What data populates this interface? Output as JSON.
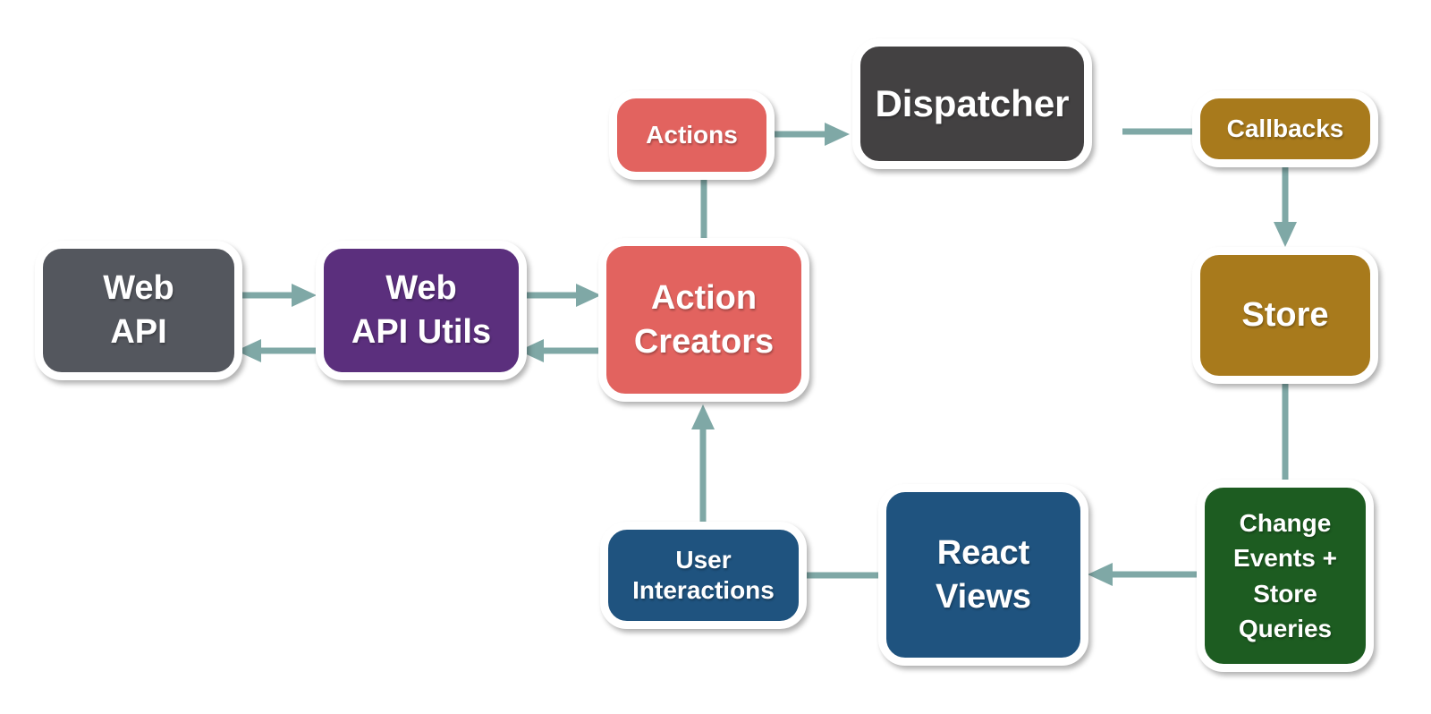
{
  "colors": {
    "connector": "#7fa8a6",
    "canvas_background": "#ffffff",
    "node_border": "#ffffff",
    "label_text": "#ffffff"
  },
  "nodes": {
    "web_api": {
      "label": "Web\nAPI",
      "color": "#54575e"
    },
    "web_api_utils": {
      "label": "Web\nAPI Utils",
      "color": "#5b2f7d"
    },
    "action_creators": {
      "label": "Action\nCreators",
      "color": "#e2635f"
    },
    "actions": {
      "label": "Actions",
      "color": "#e2635f"
    },
    "dispatcher": {
      "label": "Dispatcher",
      "color": "#434142"
    },
    "callbacks": {
      "label": "Callbacks",
      "color": "#a87a1c"
    },
    "store": {
      "label": "Store",
      "color": "#a87a1c"
    },
    "change_events": {
      "label": "Change\nEvents +\nStore\nQueries",
      "color": "#1d5c21"
    },
    "react_views": {
      "label": "React\nViews",
      "color": "#1f537f"
    },
    "user_interactions": {
      "label": "User\nInteractions",
      "color": "#1f537f"
    }
  },
  "connections": [
    {
      "from": "web_api",
      "to": "web_api_utils",
      "arrowhead": true
    },
    {
      "from": "web_api_utils",
      "to": "web_api",
      "arrowhead": true
    },
    {
      "from": "web_api_utils",
      "to": "action_creators",
      "arrowhead": true
    },
    {
      "from": "action_creators",
      "to": "web_api_utils",
      "arrowhead": true
    },
    {
      "from": "action_creators",
      "to": "actions",
      "arrowhead": false
    },
    {
      "from": "actions",
      "to": "dispatcher",
      "arrowhead": true
    },
    {
      "from": "dispatcher",
      "to": "callbacks",
      "arrowhead": false
    },
    {
      "from": "callbacks",
      "to": "store",
      "arrowhead": true
    },
    {
      "from": "store",
      "to": "change_events",
      "arrowhead": false
    },
    {
      "from": "change_events",
      "to": "react_views",
      "arrowhead": true
    },
    {
      "from": "react_views",
      "to": "user_interactions",
      "arrowhead": false
    },
    {
      "from": "user_interactions",
      "to": "action_creators",
      "arrowhead": true
    }
  ]
}
